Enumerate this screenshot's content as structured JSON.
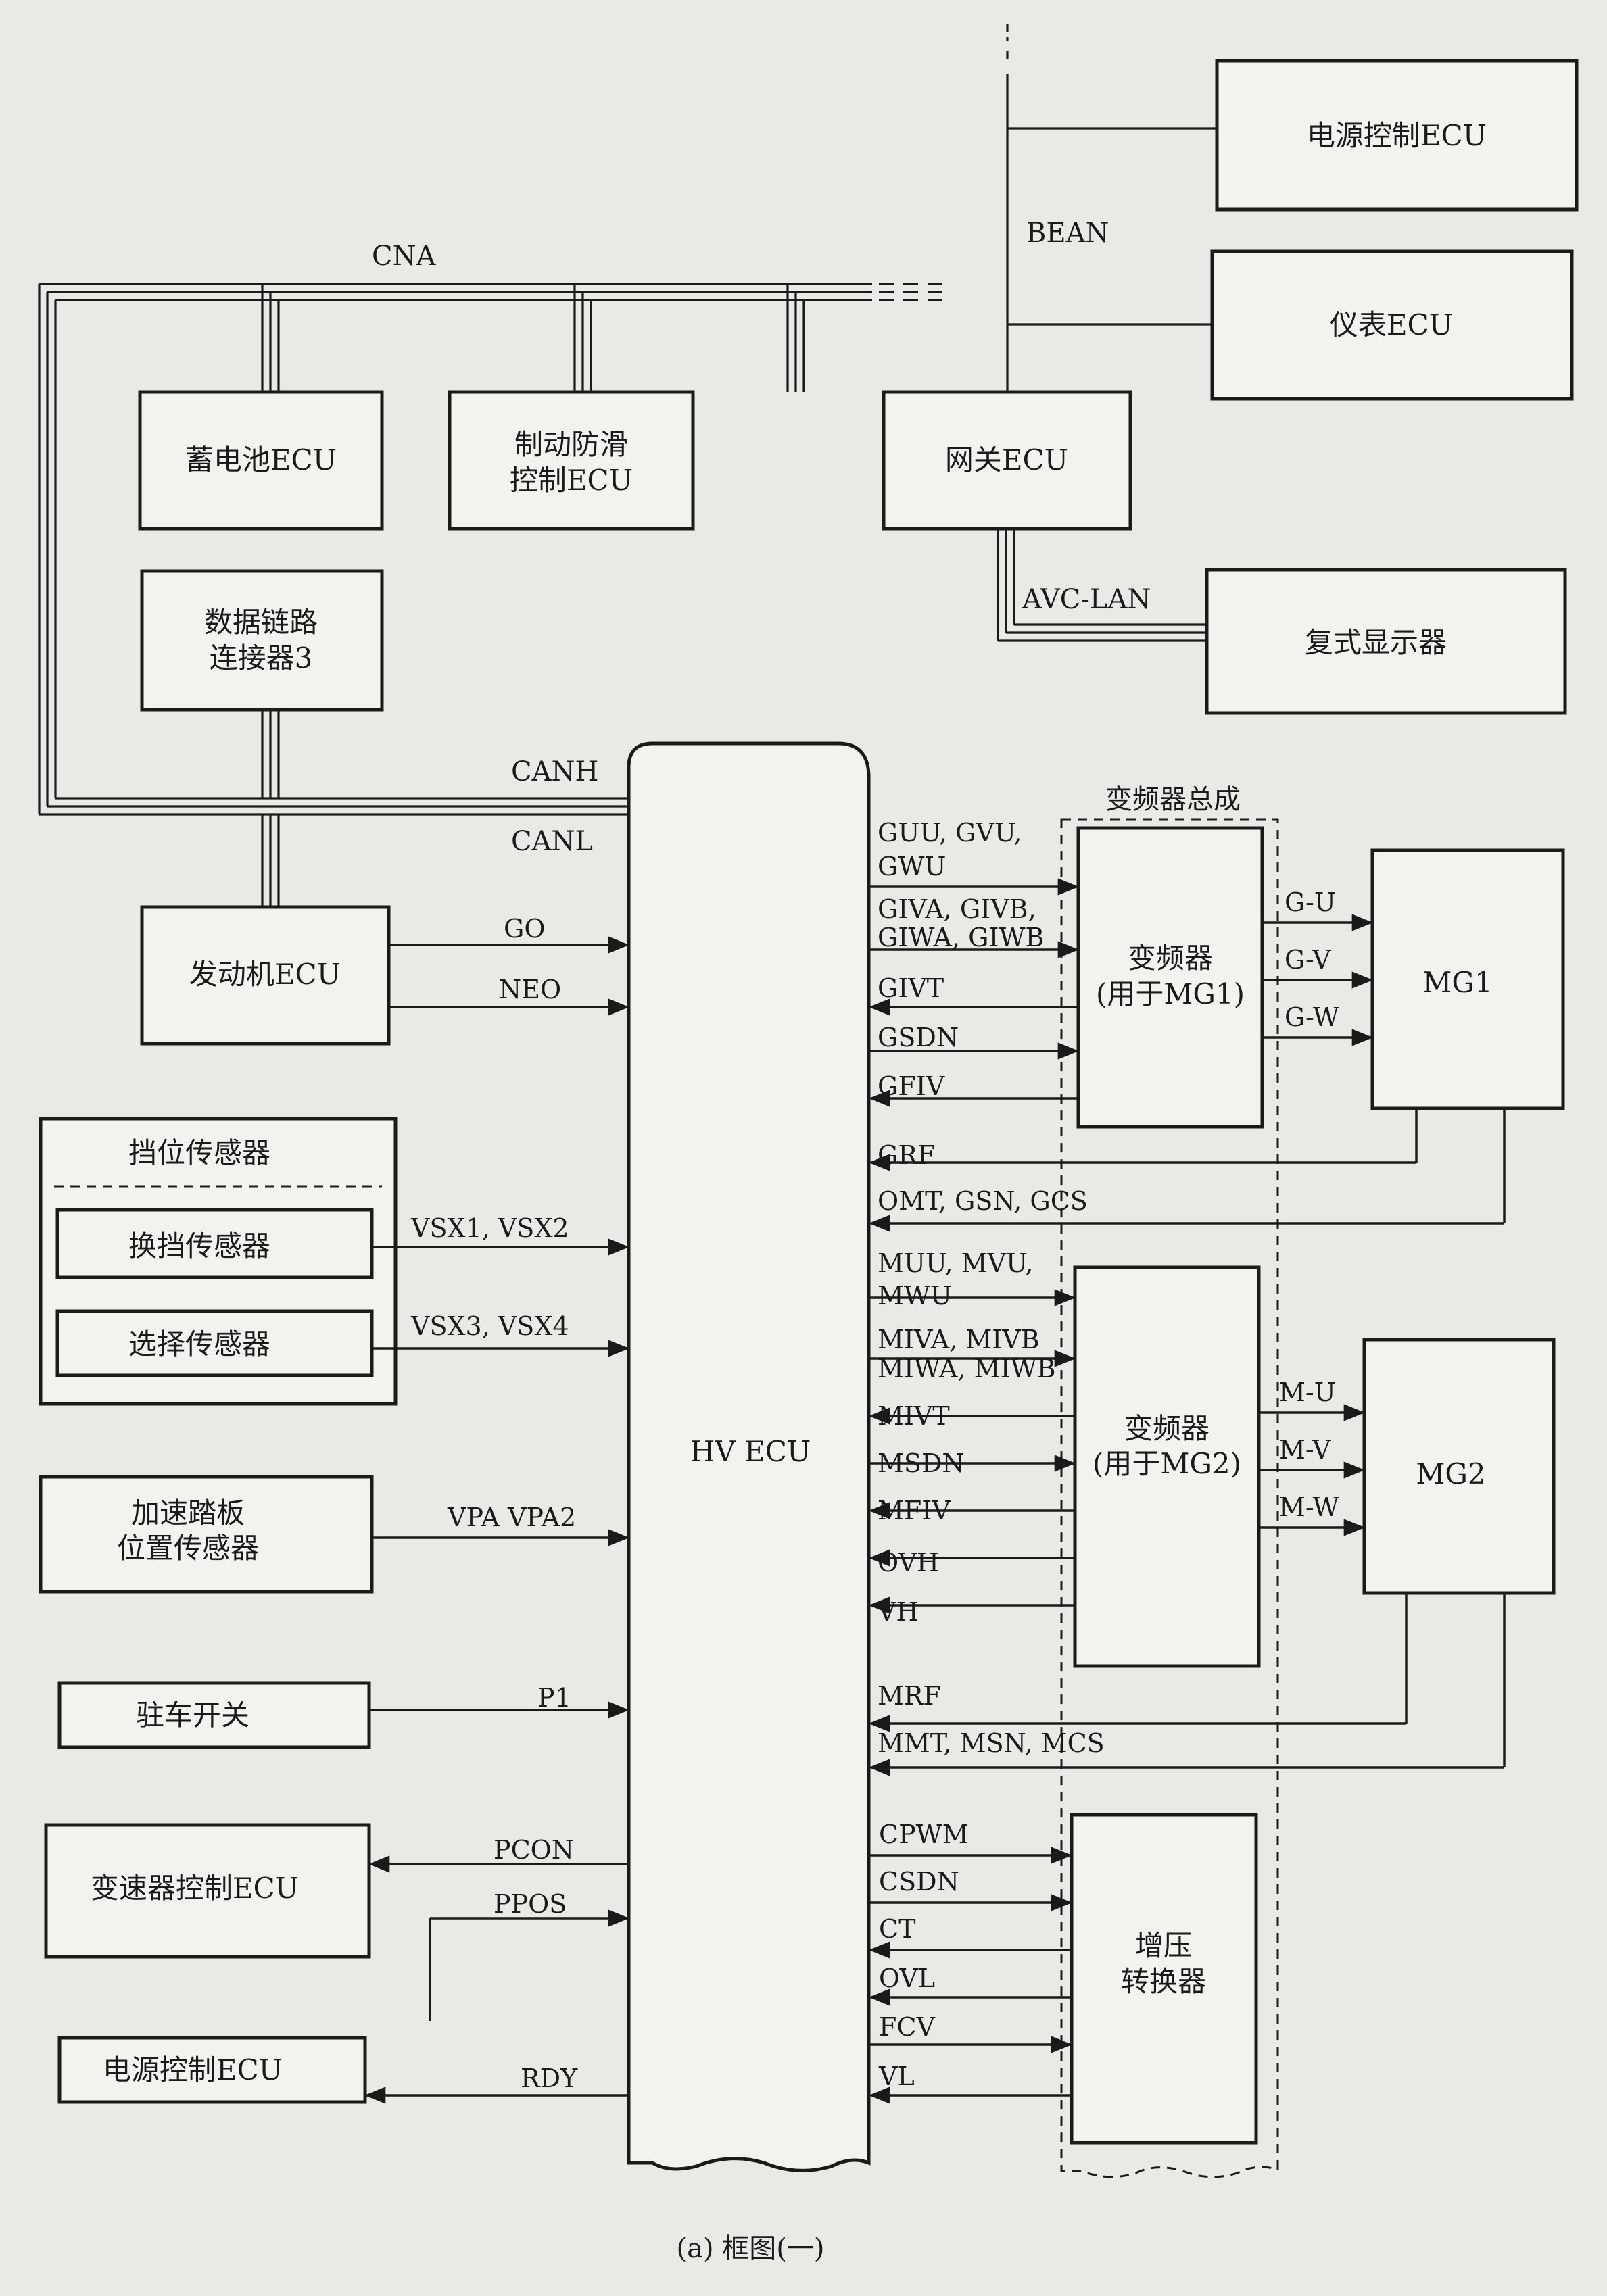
{
  "buses": {
    "cna": "CNA",
    "bean": "BEAN",
    "avc_lan": "AVC-LAN",
    "canh": "CANH",
    "canl": "CANL"
  },
  "boxes": {
    "power_control_ecu_top": "电源控制ECU",
    "meter_ecu": "仪表ECU",
    "battery_ecu": "蓄电池ECU",
    "brake_ecu_1": "制动防滑",
    "brake_ecu_2": "控制ECU",
    "gateway_ecu": "网关ECU",
    "multi_display": "复式显示器",
    "dlc3_1": "数据链路",
    "dlc3_2": "连接器3",
    "engine_ecu": "发动机ECU",
    "shift_position_sensor": "挡位传感器",
    "shift_sensor": "换挡传感器",
    "select_sensor": "选择传感器",
    "accel_sensor_1": "加速踏板",
    "accel_sensor_2": "位置传感器",
    "park_switch": "驻车开关",
    "transmission_ecu": "变速器控制ECU",
    "power_control_ecu_bottom": "电源控制ECU",
    "hv_ecu": "HV ECU",
    "inverter_assembly": "变频器总成",
    "inverter_mg1_1": "变频器",
    "inverter_mg1_2": "(用于MG1)",
    "inverter_mg2_1": "变频器",
    "inverter_mg2_2": "(用于MG2)",
    "mg1": "MG1",
    "mg2": "MG2",
    "boost_1": "增压",
    "boost_2": "转换器"
  },
  "signals": {
    "go": "GO",
    "neo": "NEO",
    "vsx12": "VSX1, VSX2",
    "vsx34": "VSX3, VSX4",
    "vpa": "VPA VPA2",
    "p1": "P1",
    "pcon": "PCON",
    "ppos": "PPOS",
    "rdy": "RDY",
    "guu_1": "GUU, GVU,",
    "guu_2": "GWU",
    "giva_1": "GIVA, GIVB,",
    "giva_2": "GIWA, GIWB",
    "givt": "GIVT",
    "gsdn": "GSDN",
    "gfiv": "GFIV",
    "grf": "GRF",
    "omt": "OMT, GSN, GCS",
    "muu_1": "MUU, MVU,",
    "muu_2": "MWU",
    "miva_1": "MIVA, MIVB",
    "miva_2": "MIWA, MIWB",
    "mivt": "MIVT",
    "msdn": "MSDN",
    "mfiv": "MFIV",
    "ovh": "OVH",
    "vh": "VH",
    "mrf": "MRF",
    "mmt": "MMT, MSN, MCS",
    "cpwm": "CPWM",
    "csdn": "CSDN",
    "ct": "CT",
    "ovl": "OVL",
    "fcv": "FCV",
    "vl": "VL",
    "gu": "G-U",
    "gv": "G-V",
    "gw": "G-W",
    "mu": "M-U",
    "mv": "M-V",
    "mw": "M-W"
  },
  "caption": "(a) 框图(一)"
}
